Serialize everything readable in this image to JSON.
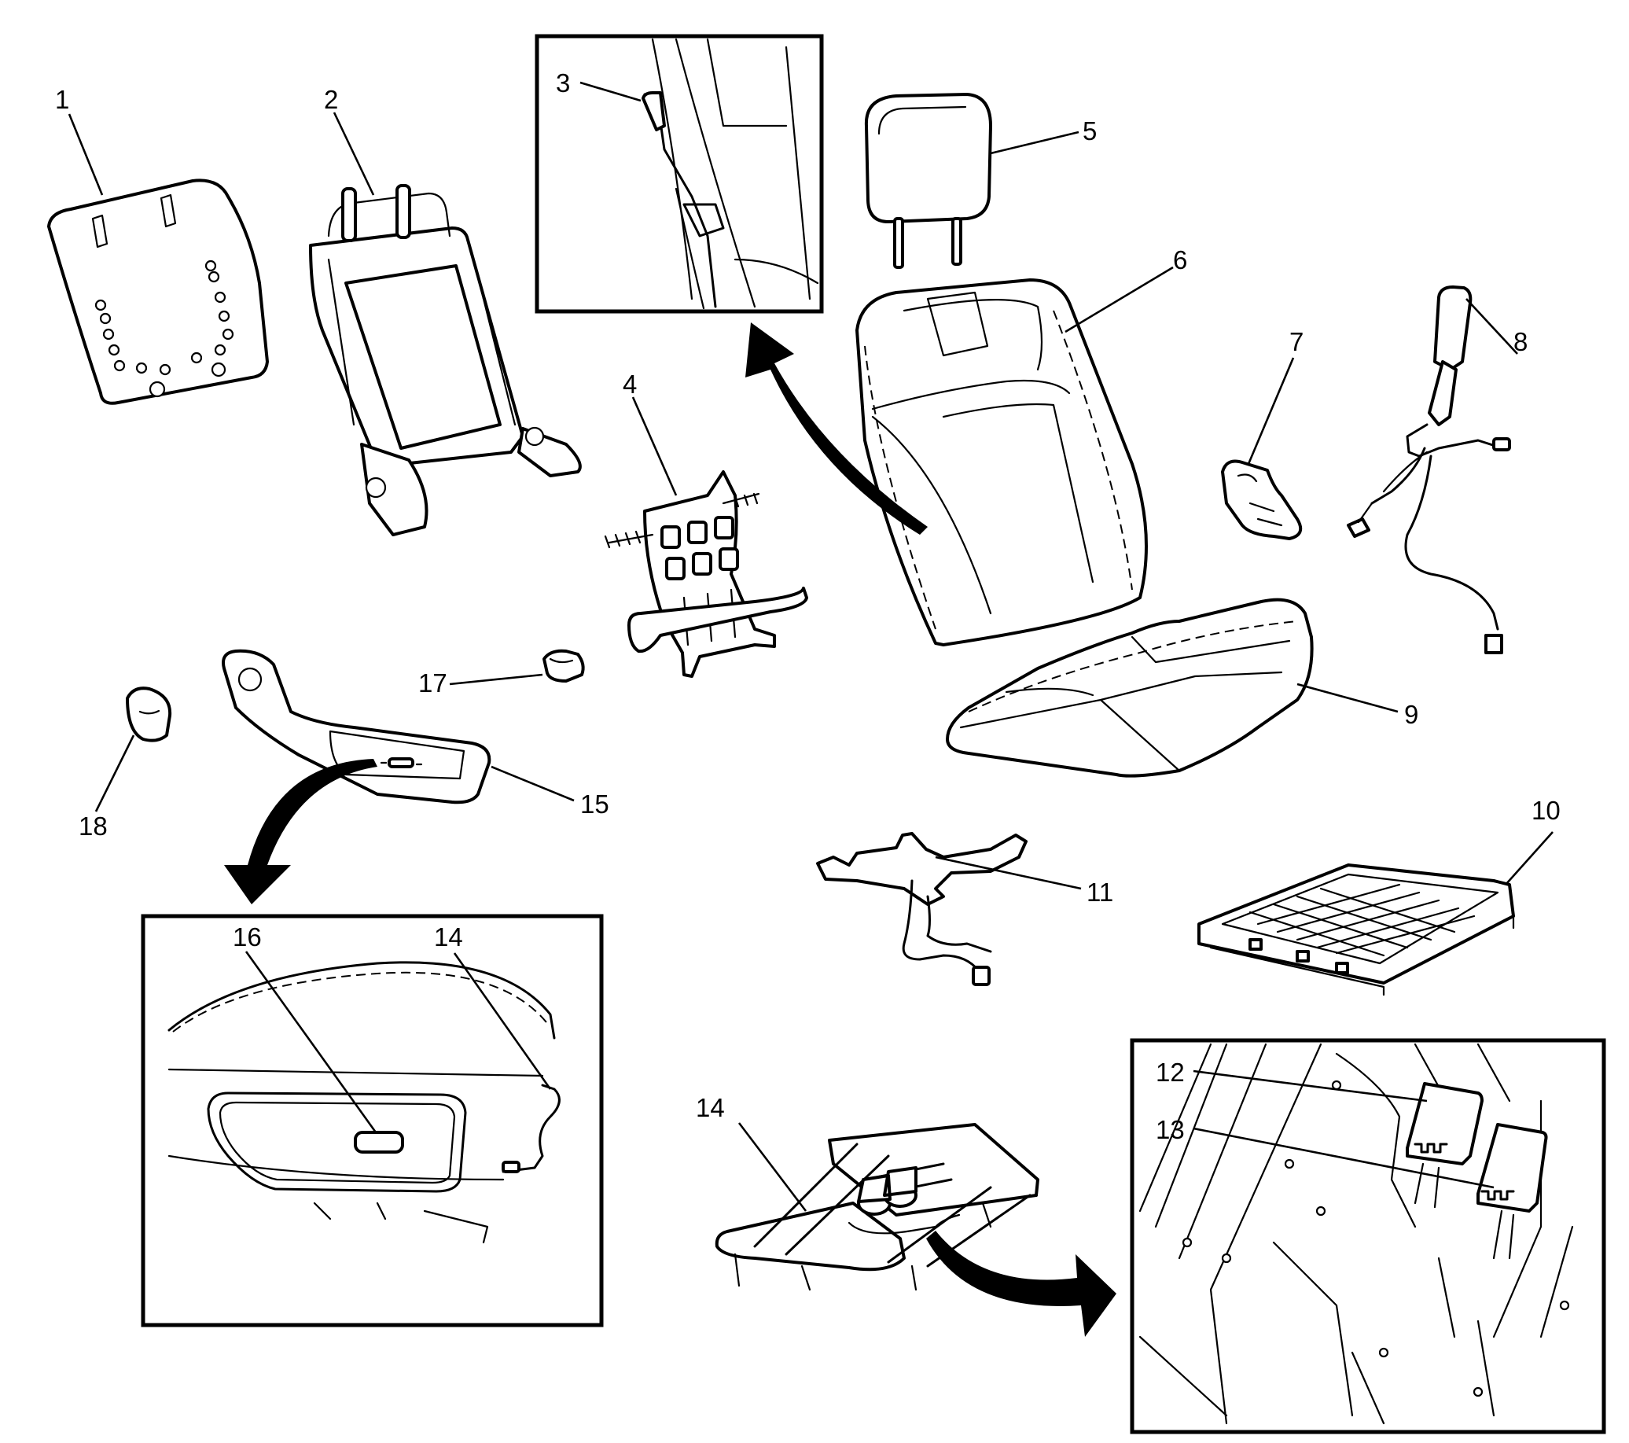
{
  "callouts": [
    {
      "id": "1",
      "text": "1"
    },
    {
      "id": "2",
      "text": "2"
    },
    {
      "id": "3",
      "text": "3"
    },
    {
      "id": "4",
      "text": "4"
    },
    {
      "id": "5",
      "text": "5"
    },
    {
      "id": "6",
      "text": "6"
    },
    {
      "id": "7",
      "text": "7"
    },
    {
      "id": "8",
      "text": "8"
    },
    {
      "id": "9",
      "text": "9"
    },
    {
      "id": "10",
      "text": "10"
    },
    {
      "id": "11",
      "text": "11"
    },
    {
      "id": "12",
      "text": "12"
    },
    {
      "id": "13",
      "text": "13"
    },
    {
      "id": "14a",
      "text": "14"
    },
    {
      "id": "14b",
      "text": "14"
    },
    {
      "id": "15",
      "text": "15"
    },
    {
      "id": "16",
      "text": "16"
    },
    {
      "id": "17",
      "text": "17"
    },
    {
      "id": "18",
      "text": "18"
    }
  ]
}
